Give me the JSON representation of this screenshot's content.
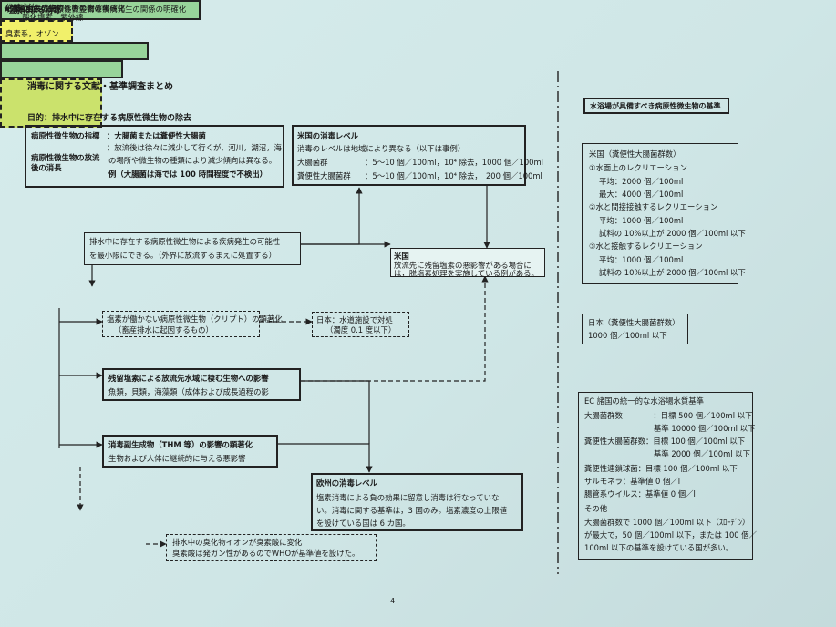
{
  "doc": {
    "title": "消毒に関する文献・基準調査まとめ",
    "purpose": "目的：排水中に存在する病原性微生物の除去",
    "page_number": "4"
  },
  "left": {
    "indicator_label": "病原性微生物の指標",
    "indicator_value": "：大腸菌または糞便性大腸菌",
    "fate_label_1": "病原性微生物の放流",
    "fate_label_2": "後の消長",
    "fate_text_1": "：放流後は徐々に減少して行くが，河川，湖沼，海，",
    "fate_text_2": "の場所や微生物の種類により減少傾向は異なる。",
    "fate_text_3": "例（大腸菌は海では 100 時間程度で不検出）",
    "sewage_label": "★下水由来の病原性微生物と疾病発生の関係の明確化",
    "risk_text_1": "排水中に存在する病原性微生物による疾病発生の可能性",
    "risk_text_2": "を最小限にできる。（外界に放流するまえに処置する）",
    "chlorine_label": "塩素による消毒",
    "crypto_text_1": "塩素が働かない病原性微生物（クリプト）の顕著化",
    "crypto_text_2": "（畜産排水に起因するもの）",
    "japan_water_1": "日本：水道施設で対処",
    "japan_water_2": "（濁度 0.1 度以下）",
    "residual_label": "★残留塩素の生物への影響の明確化",
    "residual_text_1": "残留塩素による放流先水域に棲む生物への影響",
    "residual_text_2": "魚類，貝類，海藻類（成体および成長過程の影",
    "byproduct_label": "★消毒副生成物の影響の明確化",
    "byproduct_text_1": "消毒副生成物（THM 等）の影響の顕著化",
    "byproduct_text_2": "生物および人体に継続的に与える悪影響",
    "alt_title": "代替方法",
    "alt_line_1": "二酸化塩素，紫外線",
    "alt_line_2": "臭素系，オゾン",
    "bromate_1": "排水中の臭化物イオンが臭素酸に変化",
    "bromate_2": "臭素酸は発ガン性があるのでWHOが基準値を設けた。"
  },
  "middle": {
    "us_title": "米国の消毒レベル",
    "us_line_1": "消毒のレベルは地域により異なる（以下は事例）",
    "us_line_2_label": "大腸菌群",
    "us_line_2_value": "：5～10 個／100ml，10⁴ 除去，1000 個／100ml",
    "us_line_3_label": "糞便性大腸菌群",
    "us_line_3_value": "：5～10 個／100ml，10⁴ 除去，　200 個／100ml",
    "usnote_title": "米国",
    "usnote_1": "放流先に残留塩素の悪影響がある場合に",
    "usnote_2": "は，脱塩素処理を実施している例がある。",
    "eu_title": "欧州の消毒レベル",
    "eu_1": "塩素消毒による負の効果に留意し消毒は行なっていな",
    "eu_2": "い。消毒に関する基準は，3 国のみ。塩素濃度の上限値",
    "eu_3": "を設けている国は 6 カ国。"
  },
  "right": {
    "header": "水浴場が具備すべき病原性微生物の基準",
    "us": {
      "title": "米国（糞便性大腸菌群数）",
      "c1": "①水面上のレクリエーション",
      "c1a": "平均：2000 個／100ml",
      "c1b": "最大：4000 個／100ml",
      "c2": "②水と間接接触するレクリエーション",
      "c2a": "平均：1000 個／100ml",
      "c2b": "試料の 10%以上が 2000 個／100ml 以下",
      "c3": "③水と接触するレクリエーション",
      "c3a": "平均：1000 個／100ml",
      "c3b": "試料の 10%以上が 2000 個／100ml 以下"
    },
    "japan": {
      "title": "日本（糞便性大腸菌群数）",
      "value": "1000 個／100ml 以下"
    },
    "ec": {
      "title": "EC 諸国の統一的な水浴場水質基準",
      "r1": "大腸菌群数　　　　：目標 500 個／100ml 以下",
      "r2": "基準 10000 個／100ml 以下",
      "r3": "糞便性大腸菌群数：目標 100 個／100ml 以下",
      "r4": "基準 2000 個／100ml 以下",
      "r5": "糞便性連鎖球菌：目標 100 個／100ml 以下",
      "r6": "サルモネラ：基準値 0 個／l",
      "r7": "腸管系ウイルス：基準値 0 個／l",
      "r8": "その他",
      "r9": "大腸菌群数で 1000 個／100ml 以下（ｽﾛｰﾃﾞﾝ）",
      "r10": "が最大で，50 個／100ml 以下，または 100 個／",
      "r11": "100ml 以下の基準を設けている国が多い。"
    }
  }
}
